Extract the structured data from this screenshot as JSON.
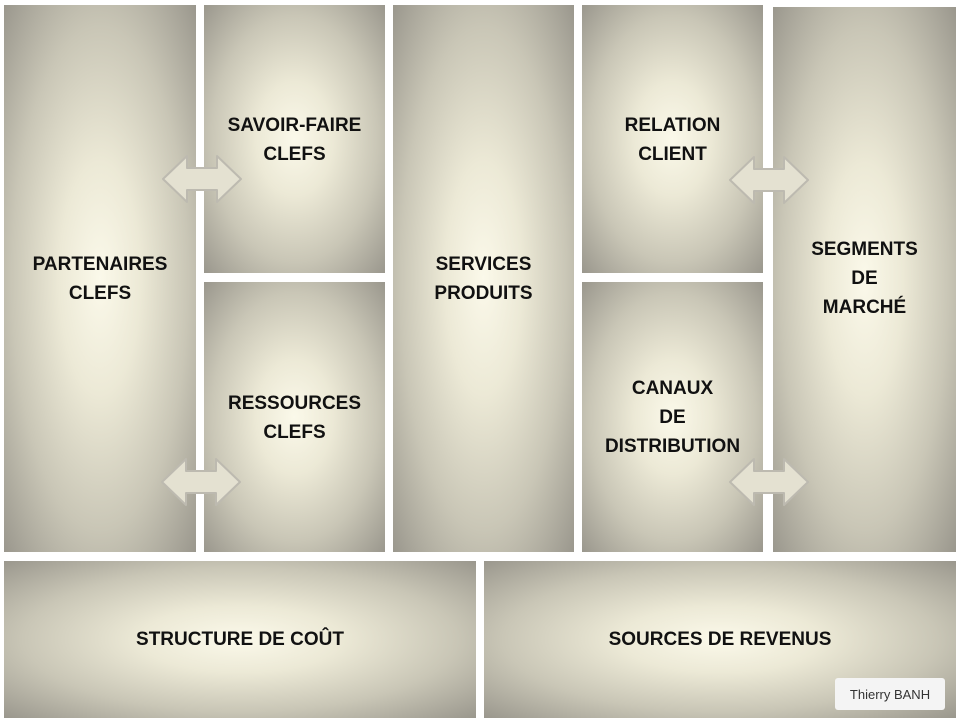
{
  "blocks": {
    "partenaires": "PARTENAIRES\nCLEFS",
    "savoir_faire": "SAVOIR-FAIRE\nCLEFS",
    "ressources": "RESSOURCES\nCLEFS",
    "services": "SERVICES\nPRODUITS",
    "relation": "RELATION\nCLIENT",
    "canaux": "CANAUX\nDE\nDISTRIBUTION",
    "segments": "SEGMENTS\nDE\nMARCHÉ",
    "structure": "STRUCTURE DE COÛT",
    "sources": "SOURCES DE REVENUS"
  },
  "credit": "Thierry BANH",
  "colors": {
    "block_center": "#fbf9ea",
    "block_edge": "#9a978d",
    "arrow_fill": "#e4e1d1",
    "arrow_stroke": "#bdbab0"
  }
}
